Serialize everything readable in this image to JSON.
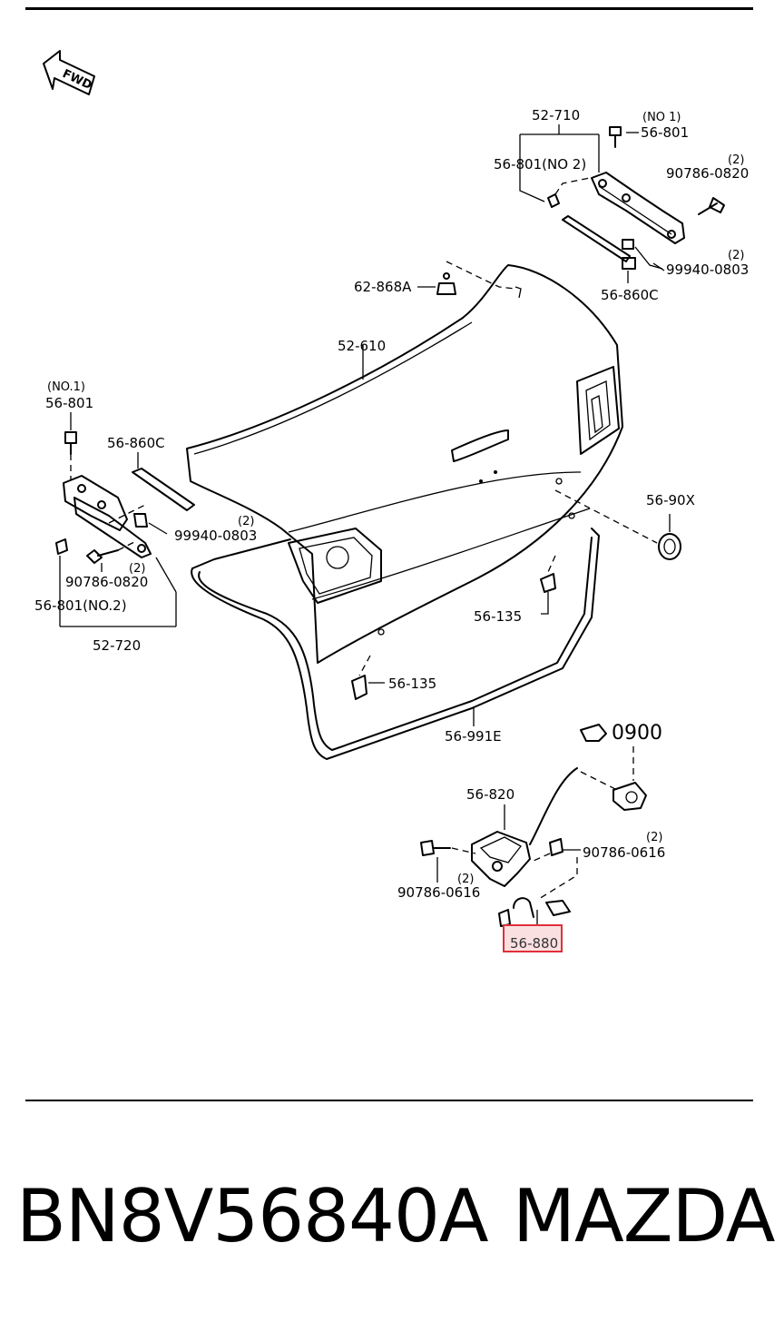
{
  "diagram": {
    "fwd_label": "FWD",
    "labels": {
      "l_52_710": "52-710",
      "l_no1_a": "(NO 1)",
      "l_56_801_a": "56-801",
      "l_56_801_no2_a": "56-801(NO 2)",
      "l_q2_a": "(2)",
      "l_90786_0820_a": "90786-0820",
      "l_q2_b": "(2)",
      "l_99940_0803_a": "99940-0803",
      "l_56_860c_a": "56-860C",
      "l_62_868a": "62-868A",
      "l_52_610": "52-610",
      "l_no1_b": "(NO.1)",
      "l_56_801_b": "56-801",
      "l_56_860c_b": "56-860C",
      "l_q2_c": "(2)",
      "l_99940_0803_b": "99940-0803",
      "l_q2_d": "(2)",
      "l_90786_0820_b": "90786-0820",
      "l_56_801_no2_b": "56-801(NO.2)",
      "l_52_720": "52-720",
      "l_56_90x": "56-90X",
      "l_56_135_a": "56-135",
      "l_56_135_b": "56-135",
      "l_56_991e": "56-991E",
      "l_0900": "0900",
      "l_56_820": "56-820",
      "l_q2_e": "(2)",
      "l_90786_0616_a": "90786-0616",
      "l_q2_f": "(2)",
      "l_90786_0616_b": "90786-0616",
      "l_56_880": "56-880"
    },
    "highlight_color": "#e0303a",
    "highlight_fill": "#fbe0e2"
  },
  "footer": {
    "part_number": "BN8V56840A",
    "brand": "MAZDA"
  }
}
